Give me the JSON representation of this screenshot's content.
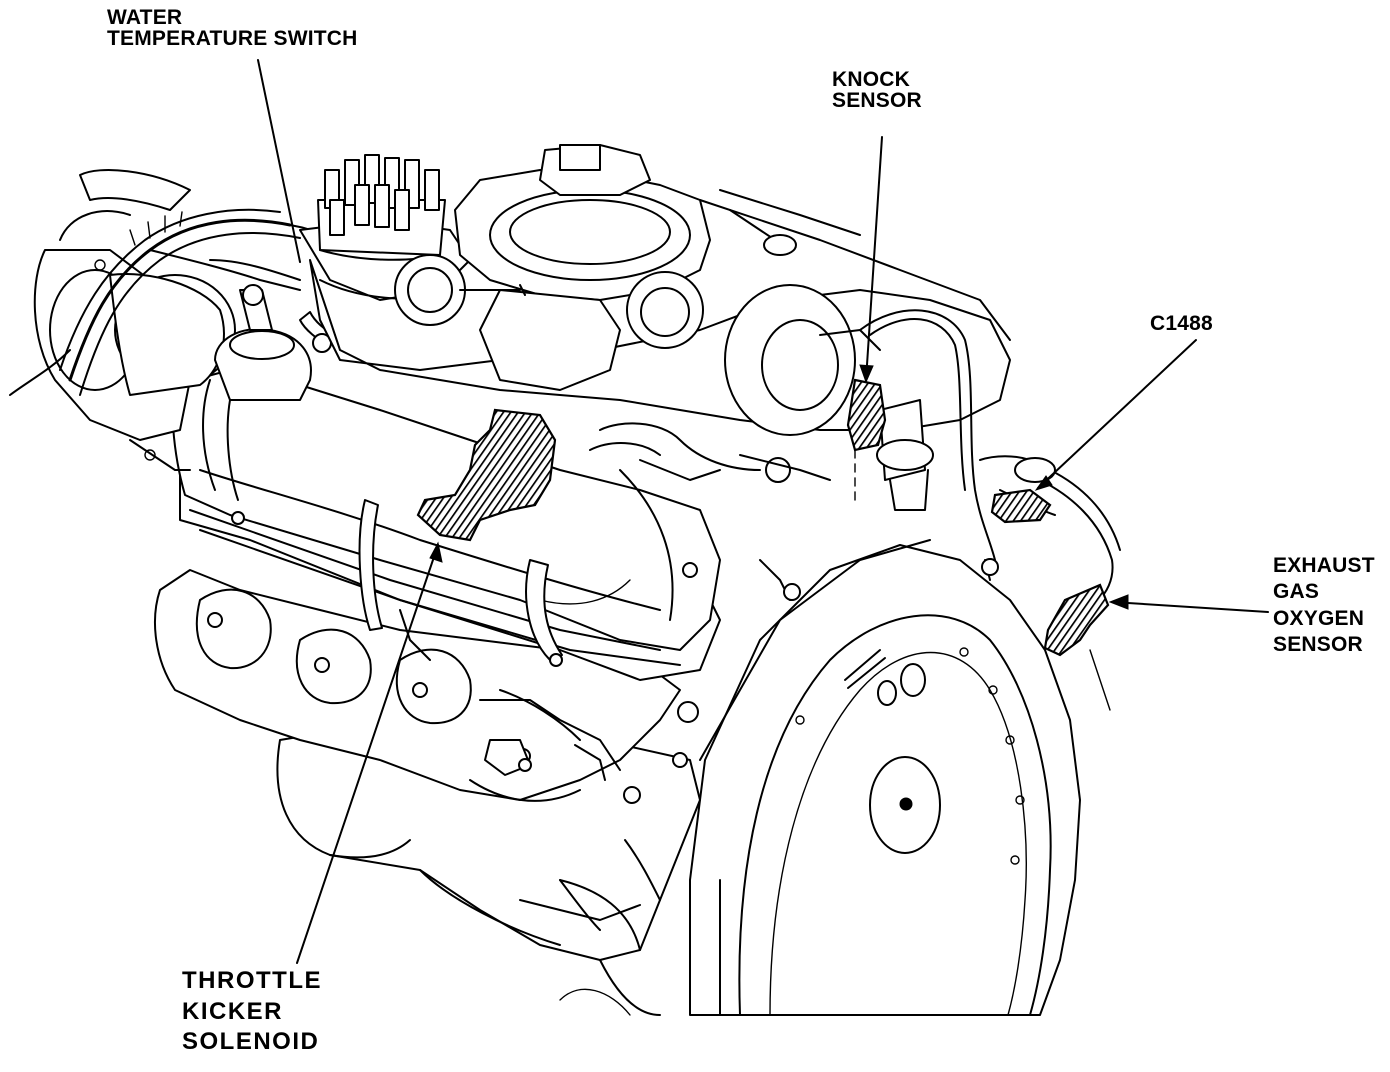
{
  "callouts": {
    "water_temperature_switch": [
      "WATER",
      "TEMPERATURE SWITCH"
    ],
    "knock_sensor": [
      "KNOCK",
      "SENSOR"
    ],
    "c1488": "C1488",
    "exhaust_gas_oxygen_sensor": [
      "EXHAUST",
      "GAS",
      "OXYGEN",
      "SENSOR"
    ],
    "throttle_kicker_solenoid": [
      "THROTTLE",
      "KICKER",
      "SOLENOID"
    ]
  },
  "colors": {
    "ink": "#000000",
    "paper": "#ffffff"
  }
}
